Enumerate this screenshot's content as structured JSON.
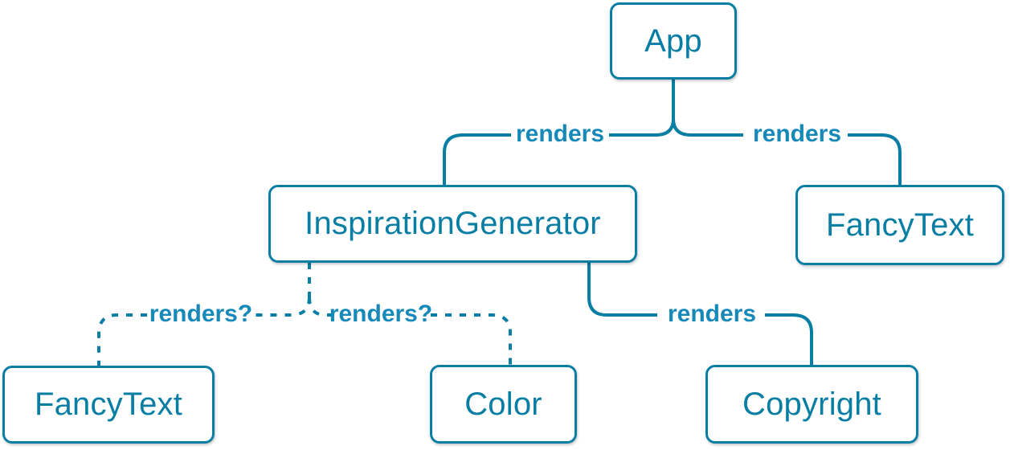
{
  "diagram": {
    "type": "component-tree",
    "colors": {
      "stroke": "#087ea4",
      "node_text": "#087ea4",
      "edge_label": "#1789b9",
      "node_bg": "#ffffff",
      "background": "#ffffff"
    },
    "nodes": [
      {
        "id": "app",
        "label": "App"
      },
      {
        "id": "inspiration-generator",
        "label": "InspirationGenerator"
      },
      {
        "id": "fancy-text-top",
        "label": "FancyText"
      },
      {
        "id": "fancy-text-bottom",
        "label": "FancyText"
      },
      {
        "id": "color",
        "label": "Color"
      },
      {
        "id": "copyright",
        "label": "Copyright"
      }
    ],
    "edges": [
      {
        "from": "App",
        "to": "InspirationGenerator",
        "label": "renders",
        "style": "solid"
      },
      {
        "from": "App",
        "to": "FancyText",
        "label": "renders",
        "style": "solid"
      },
      {
        "from": "InspirationGenerator",
        "to": "FancyText",
        "label": "renders?",
        "style": "dashed"
      },
      {
        "from": "InspirationGenerator",
        "to": "Color",
        "label": "renders?",
        "style": "dashed"
      },
      {
        "from": "InspirationGenerator",
        "to": "Copyright",
        "label": "renders",
        "style": "solid"
      }
    ]
  }
}
